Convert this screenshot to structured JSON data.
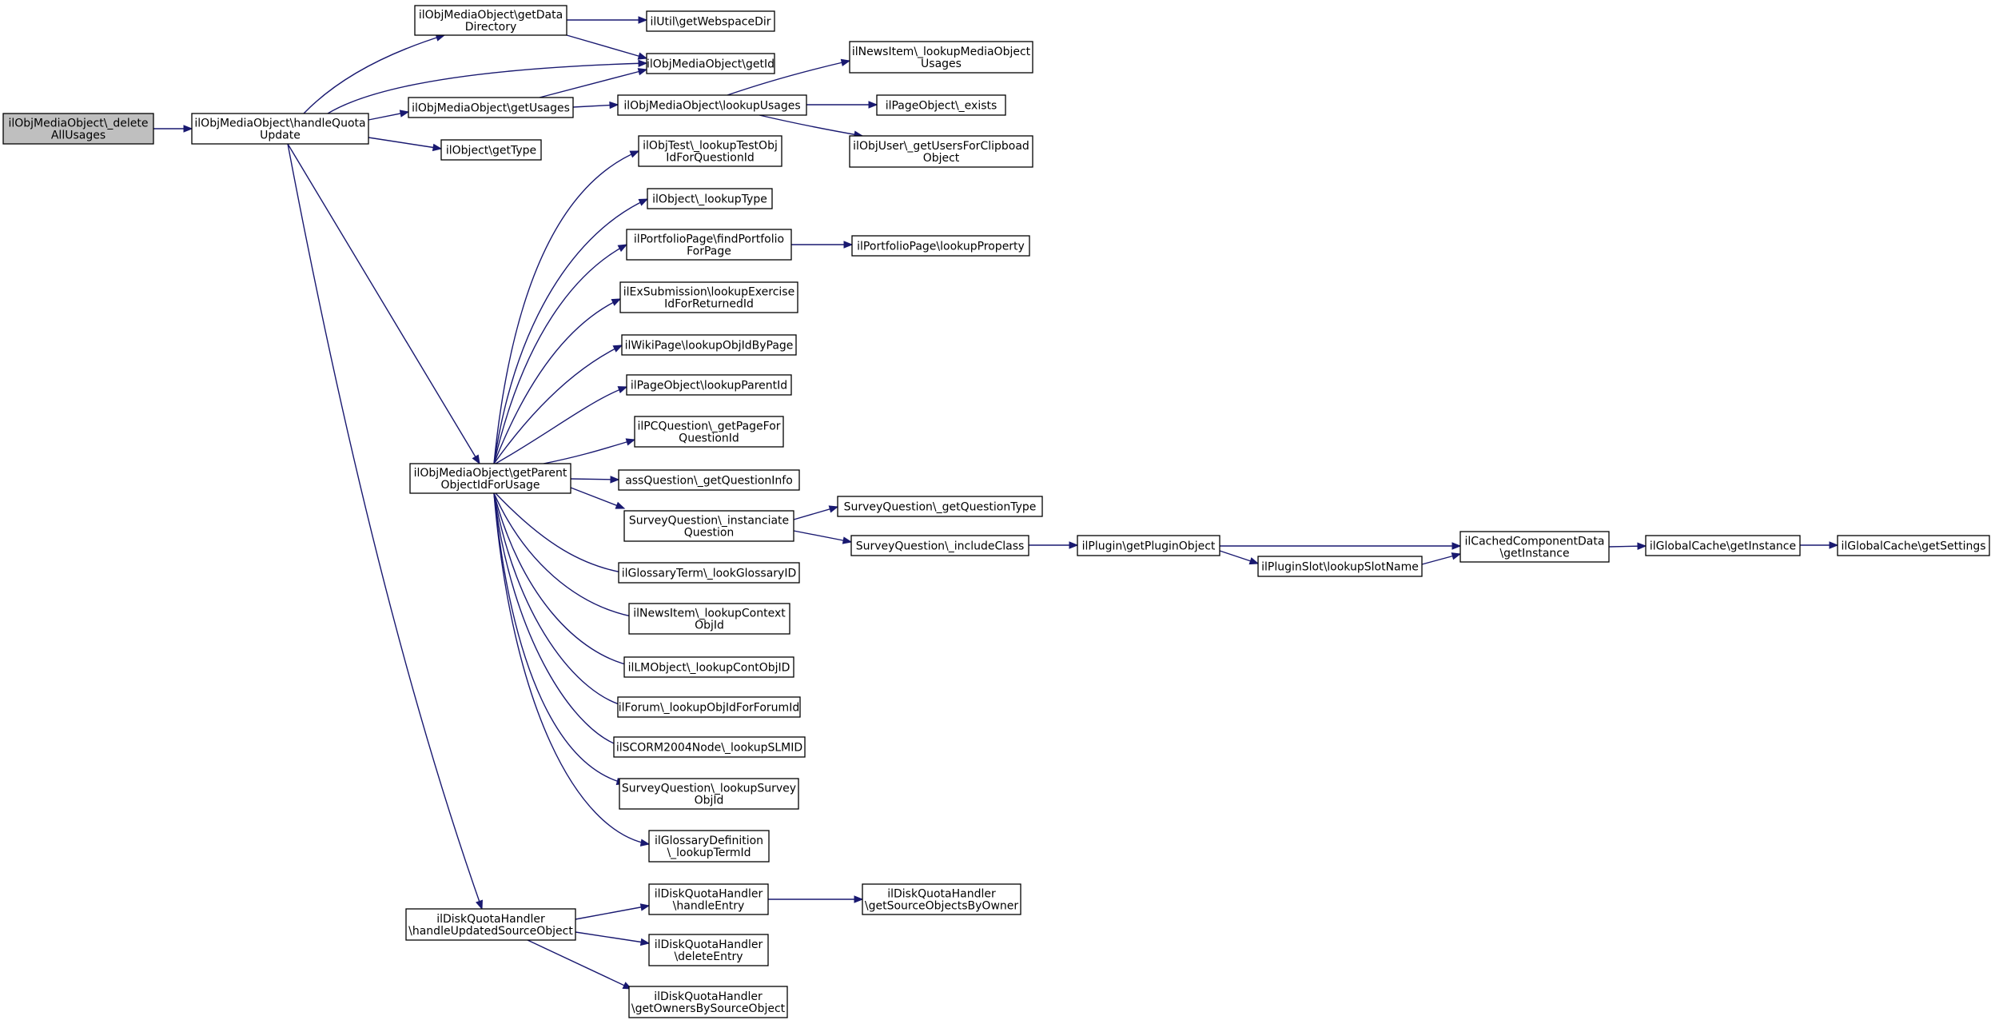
{
  "colors": {
    "edge": "#191970",
    "node_fill": "#ffffff",
    "root_fill": "#bfbfbf",
    "node_border": "#000000"
  },
  "nodes": [
    {
      "id": "n0",
      "lines": [
        "ilObjMediaObject\\_delete",
        "AllUsages"
      ],
      "root": true
    },
    {
      "id": "n1",
      "lines": [
        "ilObjMediaObject\\handleQuota",
        "Update"
      ]
    },
    {
      "id": "n2",
      "lines": [
        "ilObjMediaObject\\getData",
        "Directory"
      ]
    },
    {
      "id": "n3",
      "lines": [
        "ilUtil\\getWebspaceDir"
      ]
    },
    {
      "id": "n4",
      "lines": [
        "ilObjMediaObject\\getId"
      ]
    },
    {
      "id": "n5",
      "lines": [
        "ilObjMediaObject\\getUsages"
      ]
    },
    {
      "id": "n6",
      "lines": [
        "ilObjMediaObject\\lookupUsages"
      ]
    },
    {
      "id": "n7",
      "lines": [
        "ilNewsItem\\_lookupMediaObject",
        "Usages"
      ]
    },
    {
      "id": "n8",
      "lines": [
        "ilPageObject\\_exists"
      ]
    },
    {
      "id": "n9",
      "lines": [
        "ilObjUser\\_getUsersForClipboad",
        "Object"
      ]
    },
    {
      "id": "n10",
      "lines": [
        "ilObject\\getType"
      ]
    },
    {
      "id": "n11",
      "lines": [
        "ilObjMediaObject\\getParent",
        "ObjectIdForUsage"
      ]
    },
    {
      "id": "n12",
      "lines": [
        "ilObjTest\\_lookupTestObj",
        "IdForQuestionId"
      ]
    },
    {
      "id": "n13",
      "lines": [
        "ilObject\\_lookupType"
      ]
    },
    {
      "id": "n14",
      "lines": [
        "ilPortfolioPage\\findPortfolio",
        "ForPage"
      ]
    },
    {
      "id": "n15",
      "lines": [
        "ilPortfolioPage\\lookupProperty"
      ]
    },
    {
      "id": "n16",
      "lines": [
        "ilExSubmission\\lookupExercise",
        "IdForReturnedId"
      ]
    },
    {
      "id": "n17",
      "lines": [
        "ilWikiPage\\lookupObjIdByPage"
      ]
    },
    {
      "id": "n18",
      "lines": [
        "ilPageObject\\lookupParentId"
      ]
    },
    {
      "id": "n19",
      "lines": [
        "ilPCQuestion\\_getPageFor",
        "QuestionId"
      ]
    },
    {
      "id": "n20",
      "lines": [
        "assQuestion\\_getQuestionInfo"
      ]
    },
    {
      "id": "n21",
      "lines": [
        "SurveyQuestion\\_instanciate",
        "Question"
      ]
    },
    {
      "id": "n22",
      "lines": [
        "SurveyQuestion\\_getQuestionType"
      ]
    },
    {
      "id": "n23",
      "lines": [
        "SurveyQuestion\\_includeClass"
      ]
    },
    {
      "id": "n24",
      "lines": [
        "ilPlugin\\getPluginObject"
      ]
    },
    {
      "id": "n25",
      "lines": [
        "ilCachedComponentData",
        "\\getInstance"
      ]
    },
    {
      "id": "n26",
      "lines": [
        "ilGlobalCache\\getInstance"
      ]
    },
    {
      "id": "n27",
      "lines": [
        "ilGlobalCache\\getSettings"
      ]
    },
    {
      "id": "n28",
      "lines": [
        "ilPluginSlot\\lookupSlotName"
      ]
    },
    {
      "id": "n29",
      "lines": [
        "ilGlossaryTerm\\_lookGlossaryID"
      ]
    },
    {
      "id": "n30",
      "lines": [
        "ilNewsItem\\_lookupContext",
        "ObjId"
      ]
    },
    {
      "id": "n31",
      "lines": [
        "ilLMObject\\_lookupContObjID"
      ]
    },
    {
      "id": "n32",
      "lines": [
        "ilForum\\_lookupObjIdForForumId"
      ]
    },
    {
      "id": "n33",
      "lines": [
        "ilSCORM2004Node\\_lookupSLMID"
      ]
    },
    {
      "id": "n34",
      "lines": [
        "SurveyQuestion\\_lookupSurvey",
        "ObjId"
      ]
    },
    {
      "id": "n35",
      "lines": [
        "ilGlossaryDefinition",
        "\\_lookupTermId"
      ]
    },
    {
      "id": "n36",
      "lines": [
        "ilDiskQuotaHandler",
        "\\handleUpdatedSourceObject"
      ]
    },
    {
      "id": "n37",
      "lines": [
        "ilDiskQuotaHandler",
        "\\handleEntry"
      ]
    },
    {
      "id": "n38",
      "lines": [
        "ilDiskQuotaHandler",
        "\\getSourceObjectsByOwner"
      ]
    },
    {
      "id": "n39",
      "lines": [
        "ilDiskQuotaHandler",
        "\\deleteEntry"
      ]
    },
    {
      "id": "n40",
      "lines": [
        "ilDiskQuotaHandler",
        "\\getOwnersBySourceObject"
      ]
    }
  ],
  "edges": [
    {
      "from": "n0",
      "to": "n1"
    },
    {
      "from": "n1",
      "to": "n2"
    },
    {
      "from": "n1",
      "to": "n4"
    },
    {
      "from": "n1",
      "to": "n5"
    },
    {
      "from": "n1",
      "to": "n10"
    },
    {
      "from": "n1",
      "to": "n11"
    },
    {
      "from": "n1",
      "to": "n36"
    },
    {
      "from": "n2",
      "to": "n3"
    },
    {
      "from": "n2",
      "to": "n4"
    },
    {
      "from": "n5",
      "to": "n4"
    },
    {
      "from": "n5",
      "to": "n6"
    },
    {
      "from": "n6",
      "to": "n7"
    },
    {
      "from": "n6",
      "to": "n8"
    },
    {
      "from": "n6",
      "to": "n9"
    },
    {
      "from": "n11",
      "to": "n12"
    },
    {
      "from": "n11",
      "to": "n13"
    },
    {
      "from": "n11",
      "to": "n14"
    },
    {
      "from": "n11",
      "to": "n16"
    },
    {
      "from": "n11",
      "to": "n17"
    },
    {
      "from": "n11",
      "to": "n18"
    },
    {
      "from": "n11",
      "to": "n19"
    },
    {
      "from": "n11",
      "to": "n20"
    },
    {
      "from": "n11",
      "to": "n21"
    },
    {
      "from": "n11",
      "to": "n29"
    },
    {
      "from": "n11",
      "to": "n30"
    },
    {
      "from": "n11",
      "to": "n31"
    },
    {
      "from": "n11",
      "to": "n32"
    },
    {
      "from": "n11",
      "to": "n33"
    },
    {
      "from": "n11",
      "to": "n34"
    },
    {
      "from": "n11",
      "to": "n35"
    },
    {
      "from": "n14",
      "to": "n15"
    },
    {
      "from": "n21",
      "to": "n22"
    },
    {
      "from": "n21",
      "to": "n23"
    },
    {
      "from": "n23",
      "to": "n24"
    },
    {
      "from": "n24",
      "to": "n25"
    },
    {
      "from": "n24",
      "to": "n28"
    },
    {
      "from": "n28",
      "to": "n25"
    },
    {
      "from": "n25",
      "to": "n26"
    },
    {
      "from": "n26",
      "to": "n27"
    },
    {
      "from": "n36",
      "to": "n37"
    },
    {
      "from": "n36",
      "to": "n39"
    },
    {
      "from": "n36",
      "to": "n40"
    },
    {
      "from": "n37",
      "to": "n38"
    }
  ]
}
